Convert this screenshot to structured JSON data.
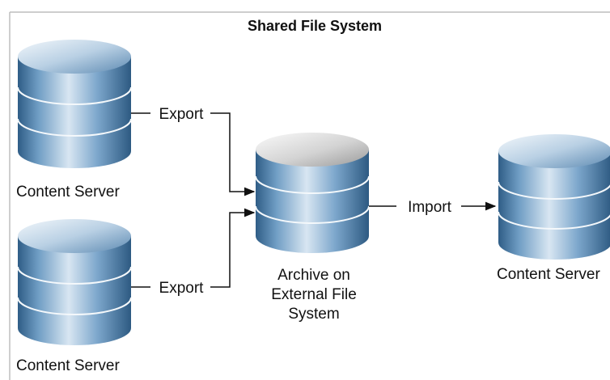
{
  "diagram": {
    "title": "Shared File System",
    "nodes": {
      "server_top_left": {
        "label": "Content Server",
        "icon": "database-icon"
      },
      "server_bottom_left": {
        "label": "Content Server",
        "icon": "database-icon"
      },
      "archive": {
        "label_lines": [
          "Archive on",
          "External File",
          "System"
        ],
        "icon": "database-icon"
      },
      "server_right": {
        "label": "Content Server",
        "icon": "database-icon"
      }
    },
    "edges": {
      "export_top": "Export",
      "export_bottom": "Export",
      "import": "Import"
    }
  }
}
